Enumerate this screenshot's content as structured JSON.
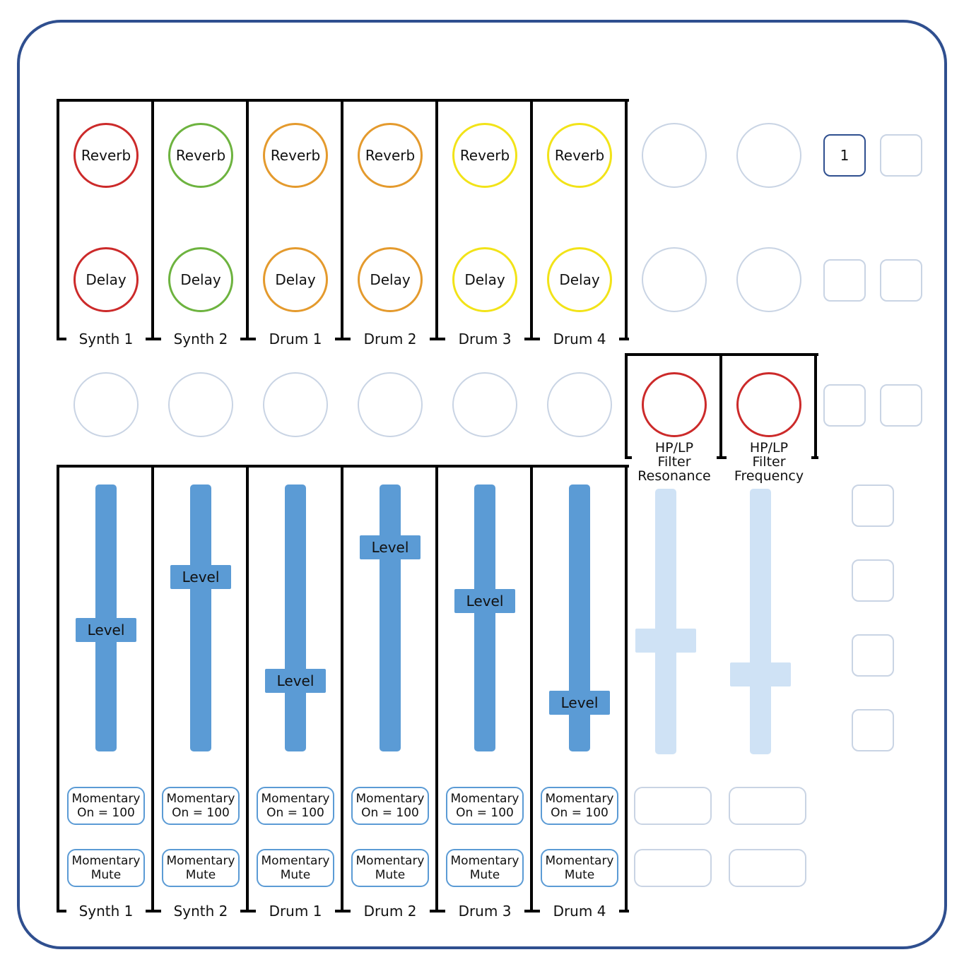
{
  "colors": {
    "frame": "#2f4f8f",
    "red": "#cc2a2a",
    "green": "#6db33f",
    "orange": "#e49a2d",
    "yellow": "#f2e318",
    "inactive": "#c9d4e4",
    "fader_active": "#5b9bd5",
    "fader_inactive": "#cfe2f5"
  },
  "channels": [
    {
      "name": "Synth 1",
      "color": "red"
    },
    {
      "name": "Synth 2",
      "color": "green"
    },
    {
      "name": "Drum 1",
      "color": "orange"
    },
    {
      "name": "Drum 2",
      "color": "orange"
    },
    {
      "name": "Drum 3",
      "color": "yellow"
    },
    {
      "name": "Drum 4",
      "color": "yellow"
    }
  ],
  "knobs": {
    "reverb_label": "Reverb",
    "delay_label": "Delay"
  },
  "fader_label": "Level",
  "fader_levels": [
    0.45,
    0.67,
    0.24,
    0.79,
    0.57,
    0.15
  ],
  "filter_fader_levels": [
    0.42,
    0.28
  ],
  "filter_knobs": [
    {
      "line1": "HP/LP",
      "line2": "Filter",
      "line3": "Resonance"
    },
    {
      "line1": "HP/LP",
      "line2": "Filter",
      "line3": "Frequency"
    }
  ],
  "pads": {
    "momentary_on": {
      "line1": "Momentary",
      "line2": "On = 100"
    },
    "momentary_mute": {
      "line1": "Momentary",
      "line2": "Mute"
    }
  },
  "side_buttons": {
    "first_label": "1"
  }
}
